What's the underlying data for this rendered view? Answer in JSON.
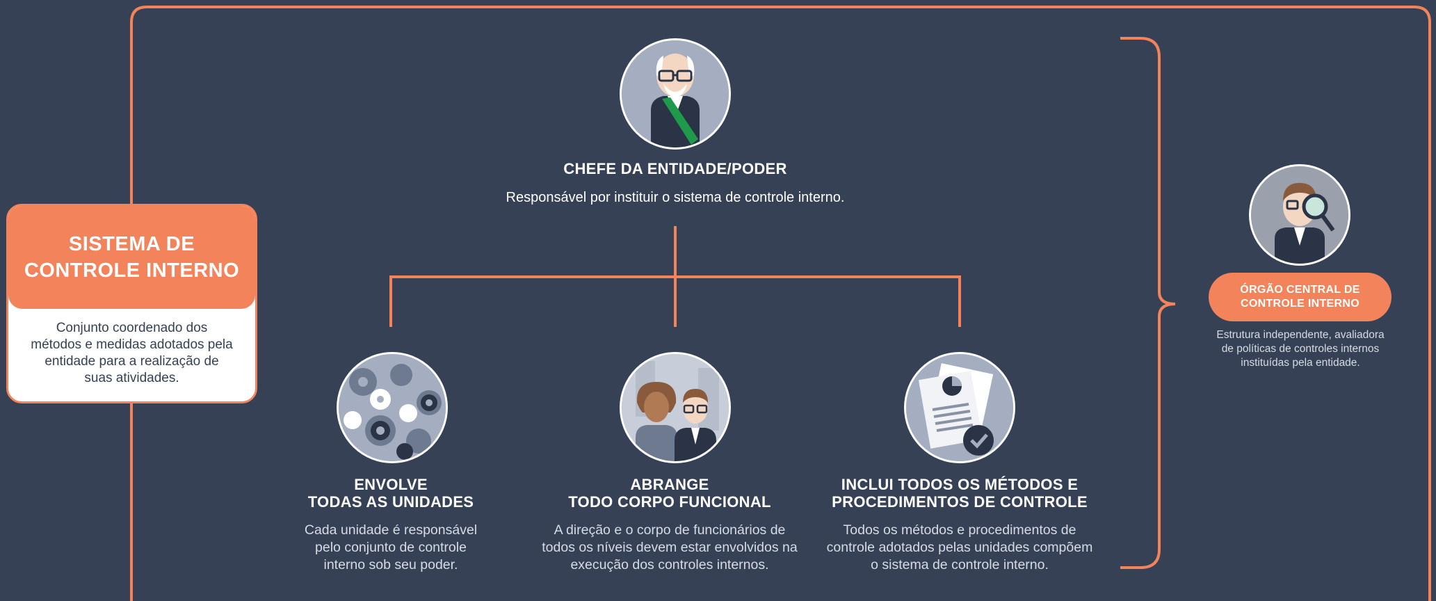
{
  "colors": {
    "background": "#364156",
    "accent": "#f2835a",
    "text": "#ffffff",
    "muted": "#d6dbe4"
  },
  "system": {
    "title": "SISTEMA DE\nCONTROLE INTERNO",
    "description": "Conjunto coordenado dos métodos e medidas adotados pela entidade para a realização de suas atividades."
  },
  "chief": {
    "icon": "chief-portrait-icon",
    "title": "CHEFE DA ENTIDADE/PODER",
    "description": "Responsável por instituir o sistema de controle interno."
  },
  "branches": [
    {
      "icon": "gears-icon",
      "title": "ENVOLVE\nTODAS AS UNIDADES",
      "description": "Cada unidade é responsável pelo conjunto de controle interno sob seu poder."
    },
    {
      "icon": "staff-people-icon",
      "title": "ABRANGE\nTODO CORPO FUNCIONAL",
      "description": "A direção e o corpo de funcionários de todos os níveis devem estar envolvidos na execução dos controles internos."
    },
    {
      "icon": "documents-check-icon",
      "title": "INCLUI TODOS OS MÉTODOS E\nPROCEDIMENTOS DE CONTROLE",
      "description": "Todos os métodos e procedimentos de controle adotados pelas unidades compõem o sistema de controle interno."
    }
  ],
  "central_organ": {
    "icon": "auditor-magnifier-icon",
    "title": "ÓRGÃO CENTRAL DE\nCONTROLE INTERNO",
    "description": "Estrutura independente, avaliadora de políticas de controles internos instituídas pela entidade."
  }
}
